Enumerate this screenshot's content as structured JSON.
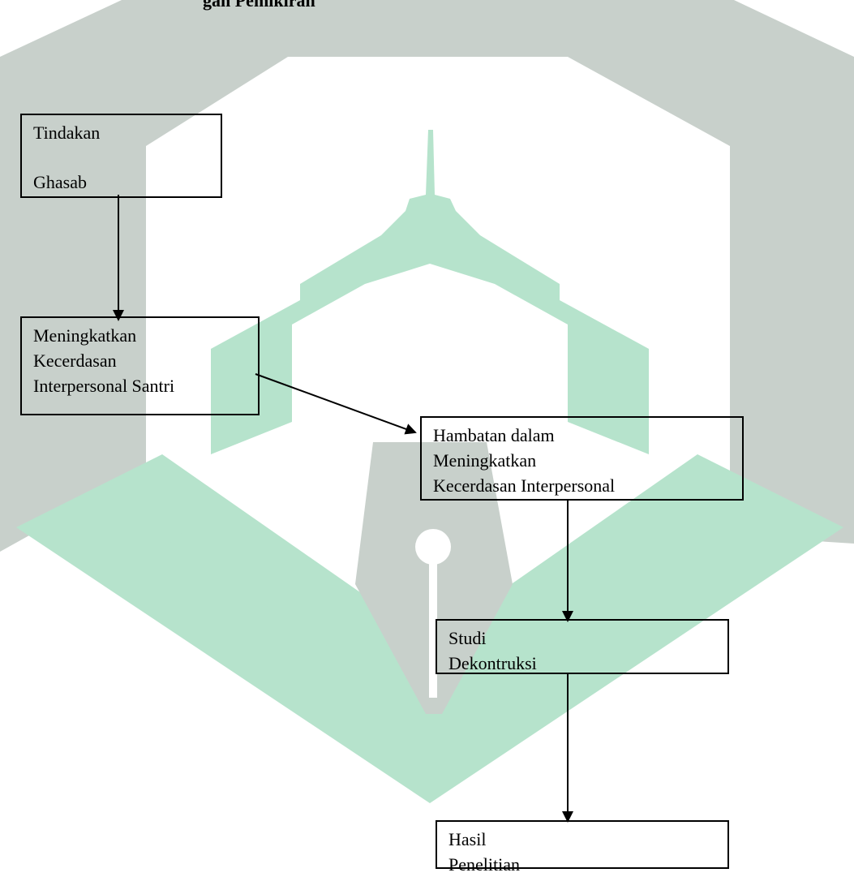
{
  "header": {
    "fragment": "gan Pemikiran"
  },
  "diagram": {
    "nodes": {
      "tindakan": {
        "line1": "Tindakan",
        "line2": "Ghasab"
      },
      "meningkatkan": {
        "line1": "Meningkatkan",
        "line2": "Kecerdasan",
        "line3": "Interpersonal Santri"
      },
      "hambatan": {
        "line1": "Hambatan dalam",
        "line2": "Meningkatkan",
        "line3": "Kecerdasan Interpersonal"
      },
      "studi": {
        "line1": "Studi",
        "line2": "Dekontruksi"
      },
      "hasil": {
        "line1": "Hasil",
        "line2": "Penelitian"
      }
    },
    "edges": [
      {
        "from": "tindakan",
        "to": "meningkatkan"
      },
      {
        "from": "meningkatkan",
        "to": "hambatan"
      },
      {
        "from": "hambatan",
        "to": "studi"
      },
      {
        "from": "studi",
        "to": "hasil"
      }
    ]
  },
  "colors": {
    "watermark_grey": "#c8d0cb",
    "watermark_green": "#b6e3cc",
    "border": "#000000"
  }
}
